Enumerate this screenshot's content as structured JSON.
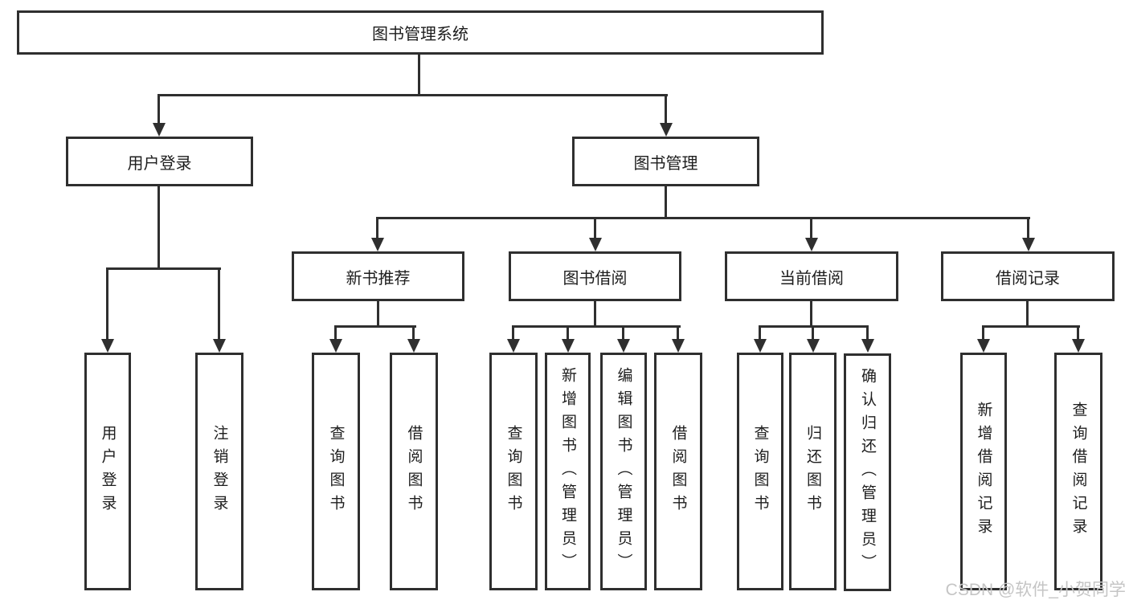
{
  "tree": {
    "root": {
      "label": "图书管理系统"
    },
    "branches": [
      {
        "label": "用户登录",
        "children": [
          {
            "label": "用户登录"
          },
          {
            "label": "注销登录"
          }
        ]
      },
      {
        "label": "图书管理",
        "children": [
          {
            "label": "新书推荐",
            "children": [
              {
                "label": "查询图书"
              },
              {
                "label": "借阅图书"
              }
            ]
          },
          {
            "label": "图书借阅",
            "children": [
              {
                "label": "查询图书"
              },
              {
                "label": "新增图书（管理员）"
              },
              {
                "label": "编辑图书（管理员）"
              },
              {
                "label": "借阅图书"
              }
            ]
          },
          {
            "label": "当前借阅",
            "children": [
              {
                "label": "查询图书"
              },
              {
                "label": "归还图书"
              },
              {
                "label": "确认归还（管理员）"
              }
            ]
          },
          {
            "label": "借阅记录",
            "children": [
              {
                "label": "新增借阅记录"
              },
              {
                "label": "查询借阅记录"
              }
            ]
          }
        ]
      }
    ]
  },
  "watermark": {
    "text": "CSDN @软件_小贺同学"
  },
  "colors": {
    "line": "#2f2f2f",
    "text": "#1d1d1d",
    "watermark": "#c5c5c5",
    "background": "#ffffff"
  }
}
